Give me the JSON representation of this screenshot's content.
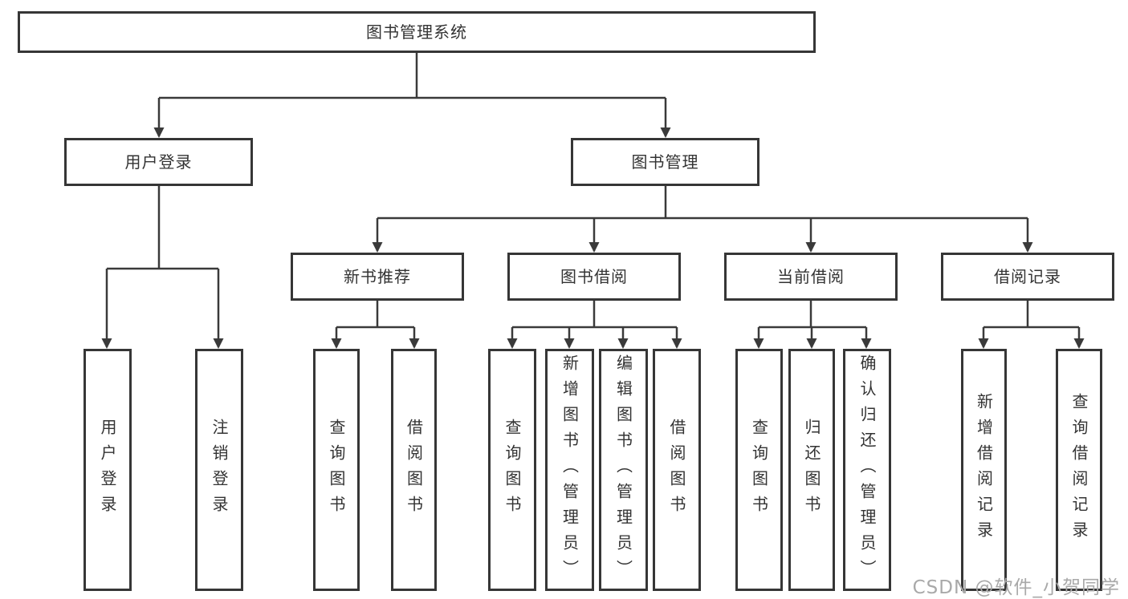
{
  "tree": {
    "root": "图书管理系统",
    "branches": [
      {
        "label": "用户登录",
        "children": [
          "用户登录",
          "注销登录"
        ]
      },
      {
        "label": "图书管理",
        "sections": [
          {
            "label": "新书推荐",
            "children": [
              "查询图书",
              "借阅图书"
            ]
          },
          {
            "label": "图书借阅",
            "children": [
              "查询图书",
              "新增图书（管理员）",
              "编辑图书（管理员）",
              "借阅图书"
            ]
          },
          {
            "label": "当前借阅",
            "children": [
              "查询图书",
              "归还图书",
              "确认归还（管理员）"
            ]
          },
          {
            "label": "借阅记录",
            "children": [
              "新增借阅记录",
              "查询借阅记录"
            ]
          }
        ]
      }
    ]
  },
  "watermark": {
    "text": "CSDN @软件_小贺同学"
  },
  "colors": {
    "line": "#3a3a3a",
    "box_border": "#363636",
    "text": "#333333",
    "watermark": "#a9a9a9",
    "background": "#ffffff"
  }
}
